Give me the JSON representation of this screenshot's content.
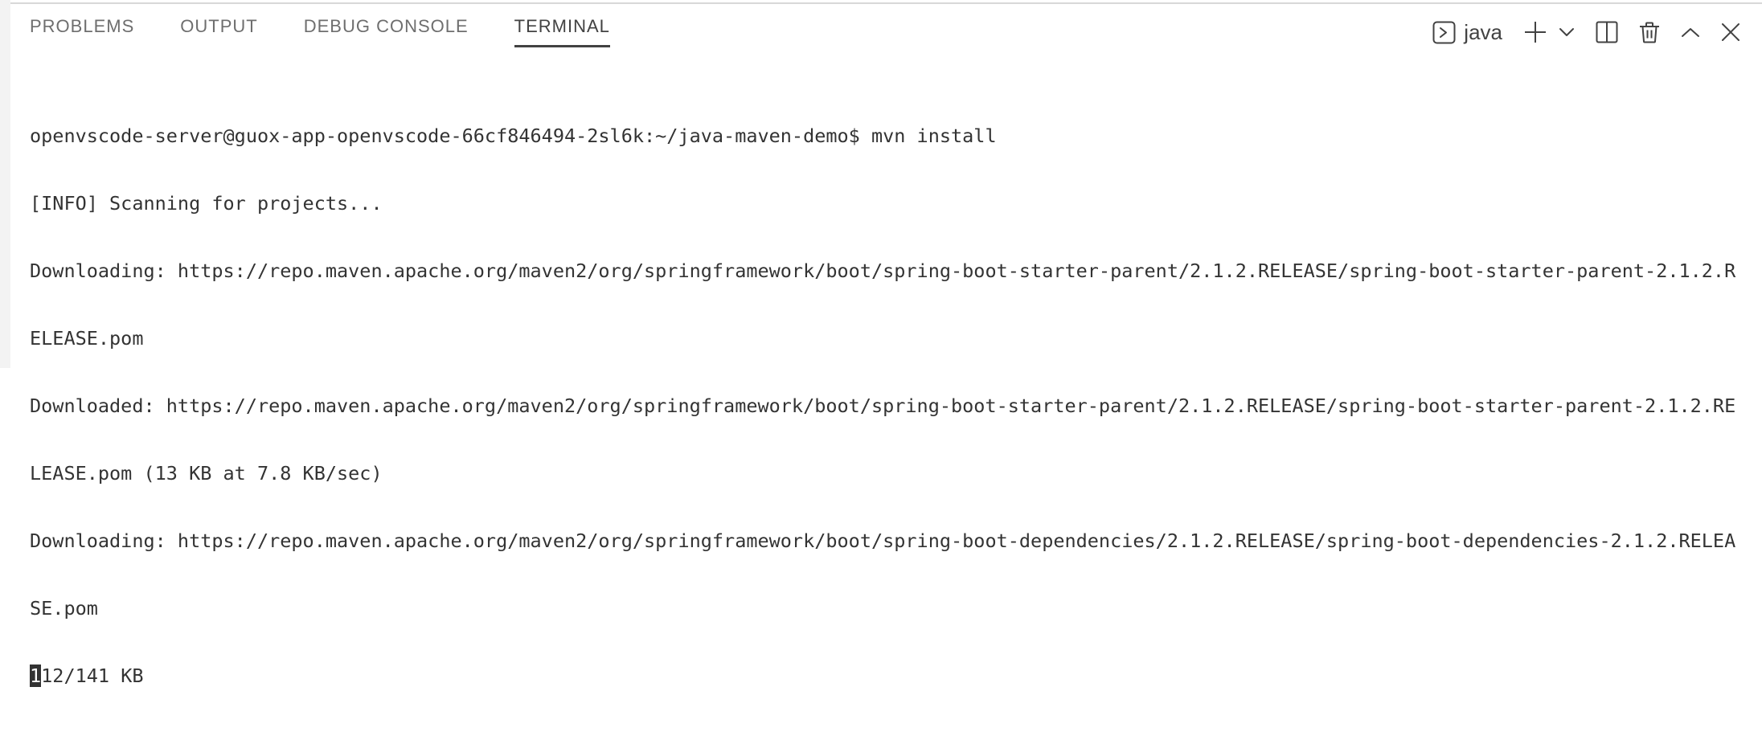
{
  "panel": {
    "tabs": [
      {
        "label": "PROBLEMS",
        "active": false
      },
      {
        "label": "OUTPUT",
        "active": false
      },
      {
        "label": "DEBUG CONSOLE",
        "active": false
      },
      {
        "label": "TERMINAL",
        "active": true
      }
    ],
    "actions": {
      "shell_selector": {
        "icon": "terminal-icon",
        "label": "java"
      },
      "new_terminal_icon": "plus-icon",
      "launch_profile_icon": "chevron-down-icon",
      "split_terminal_icon": "split-terminal-icon",
      "kill_terminal_icon": "trash-icon",
      "maximize_panel_icon": "chevron-up-icon",
      "close_panel_icon": "close-icon"
    }
  },
  "terminal": {
    "lines": [
      "openvscode-server@guox-app-openvscode-66cf846494-2sl6k:~/java-maven-demo$ mvn install",
      "[INFO] Scanning for projects...",
      "Downloading: https://repo.maven.apache.org/maven2/org/springframework/boot/spring-boot-starter-parent/2.1.2.RELEASE/spring-boot-starter-parent-2.1.2.R",
      "ELEASE.pom",
      "Downloaded: https://repo.maven.apache.org/maven2/org/springframework/boot/spring-boot-starter-parent/2.1.2.RELEASE/spring-boot-starter-parent-2.1.2.RE",
      "LEASE.pom (13 KB at 7.8 KB/sec)",
      "Downloading: https://repo.maven.apache.org/maven2/org/springframework/boot/spring-boot-dependencies/2.1.2.RELEASE/spring-boot-dependencies-2.1.2.RELEA",
      "SE.pom"
    ],
    "cursor_line": {
      "cursor_char": "1",
      "rest": "12/141 KB"
    }
  },
  "colors": {
    "terminal_foreground": "#333333",
    "tab_inactive": "#6e6e6e",
    "tab_active": "#424242",
    "icon_color": "#424242",
    "panel_border": "#d8d8d8",
    "side_strip": "#f3f3f3",
    "cursor": "#333333"
  }
}
